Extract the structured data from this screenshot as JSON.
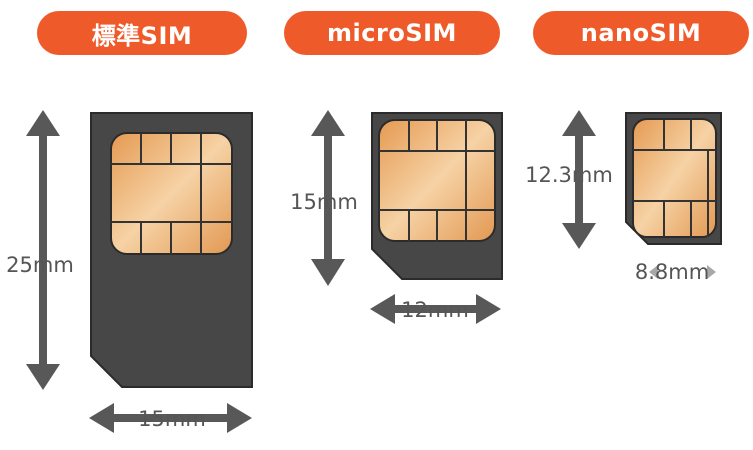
{
  "colors": {
    "header": "#ef5a2a",
    "card": "#474747",
    "card_outline": "#2b2b2b",
    "chip": "#e7a15a",
    "chip_light": "#f6d2a5",
    "arrow": "#585858",
    "text": "#555555"
  },
  "cards": [
    {
      "name": "標準SIM",
      "height_label": "25mm",
      "width_label": "15mm"
    },
    {
      "name": "microSIM",
      "height_label": "15mm",
      "width_label": "12mm"
    },
    {
      "name": "nanoSIM",
      "height_label": "12.3mm",
      "width_label": "8.8mm"
    }
  ]
}
